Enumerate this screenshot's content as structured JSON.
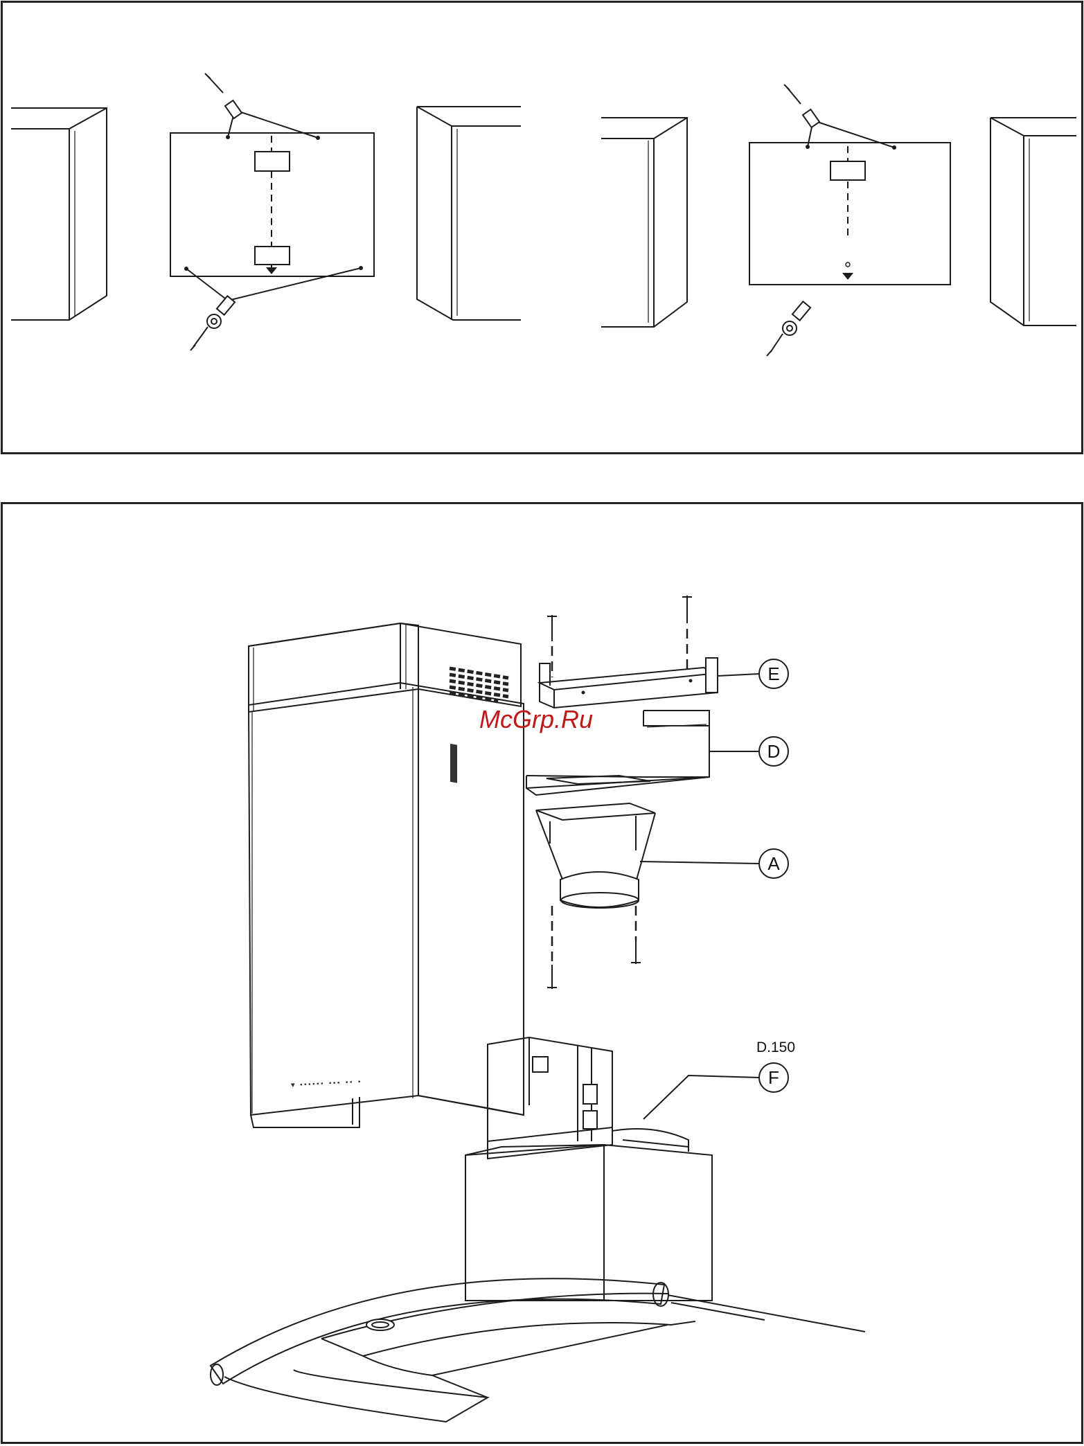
{
  "watermark": "McGrp.Ru",
  "callouts": {
    "E": "E",
    "D": "D",
    "A": "A",
    "F": "F"
  },
  "dimension_label": "D.150"
}
